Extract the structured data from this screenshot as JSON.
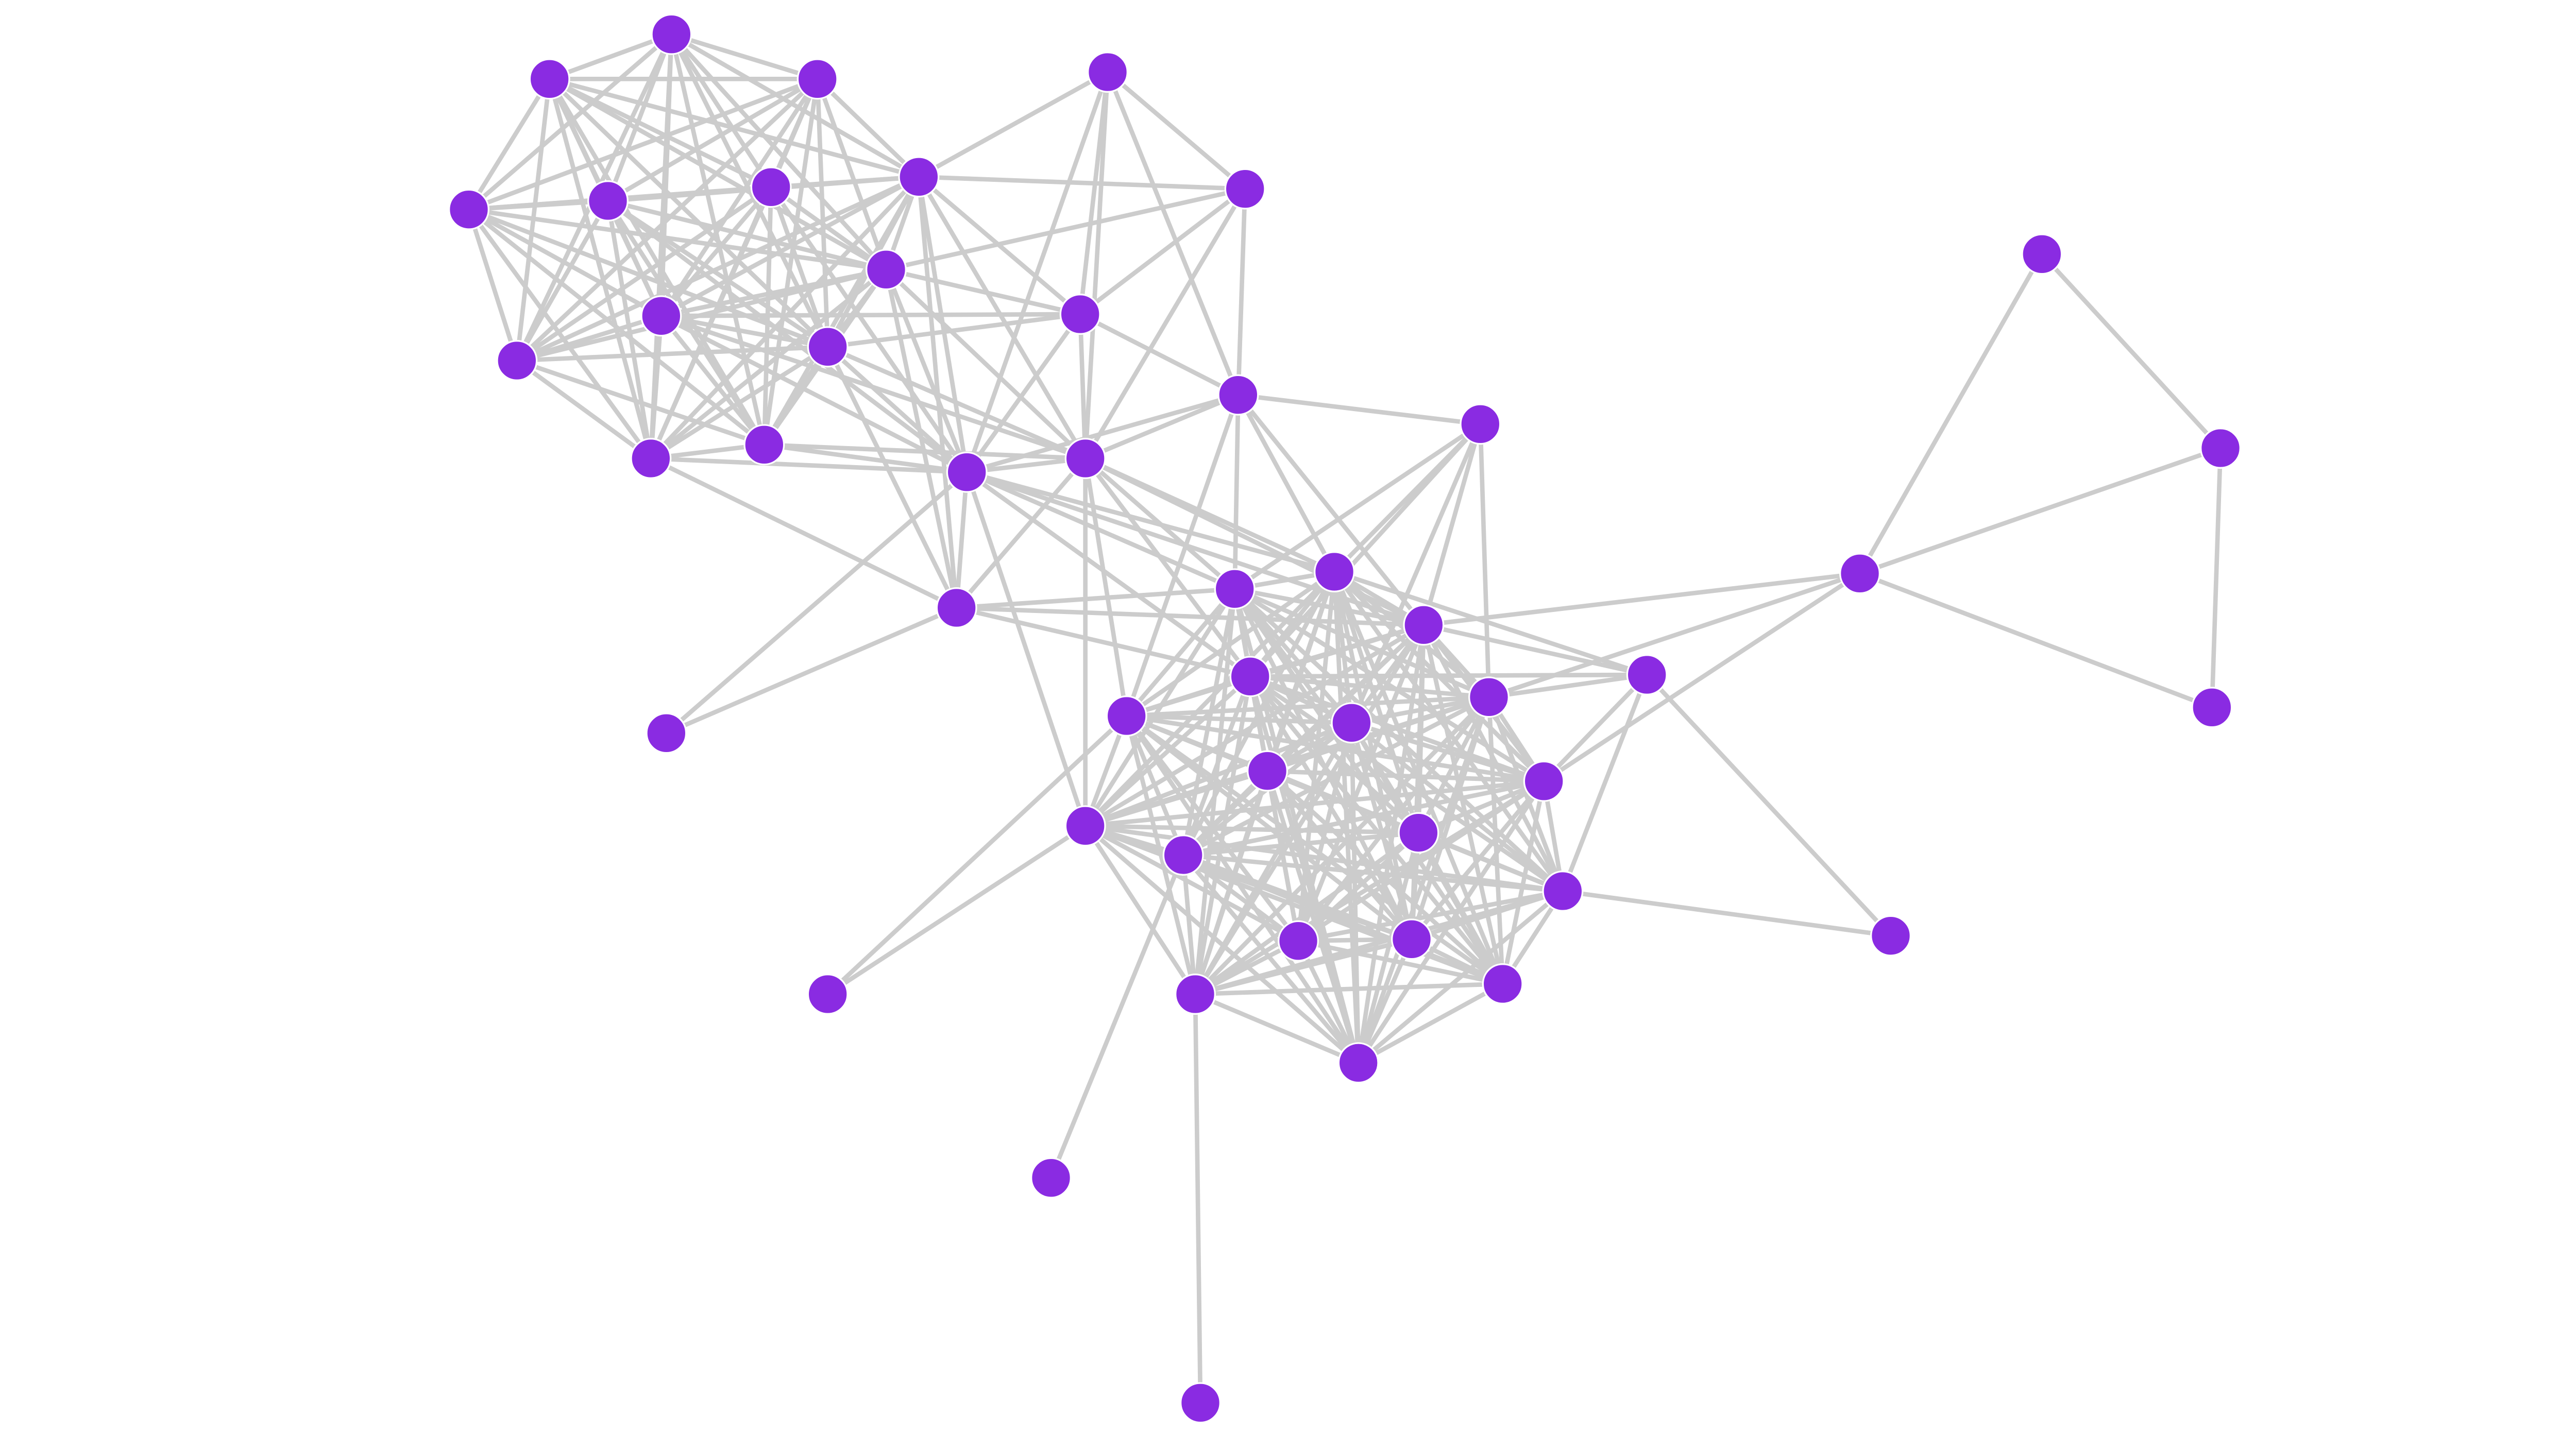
{
  "colors": {
    "node": "#8a2be2",
    "edge": "#cccccc",
    "background": "#ffffff"
  },
  "graph": {
    "node_count": 49,
    "dense_groups": [
      [
        0,
        1,
        2,
        3,
        4,
        5,
        6,
        7,
        8,
        9,
        10,
        11,
        12
      ],
      [
        22,
        23,
        24,
        25,
        26,
        27,
        29,
        30,
        31,
        32,
        33,
        34,
        35,
        36,
        37,
        38,
        39,
        40
      ]
    ],
    "edges": [
      [
        13,
        6
      ],
      [
        13,
        14
      ],
      [
        13,
        15
      ],
      [
        13,
        17
      ],
      [
        13,
        16
      ],
      [
        13,
        18
      ],
      [
        14,
        6
      ],
      [
        14,
        15
      ],
      [
        14,
        16
      ],
      [
        14,
        7
      ],
      [
        14,
        18
      ],
      [
        15,
        6
      ],
      [
        15,
        7
      ],
      [
        15,
        9
      ],
      [
        15,
        17
      ],
      [
        15,
        18
      ],
      [
        15,
        16
      ],
      [
        15,
        8
      ],
      [
        16,
        18
      ],
      [
        16,
        17
      ],
      [
        16,
        21
      ],
      [
        16,
        22
      ],
      [
        16,
        23
      ],
      [
        16,
        24
      ],
      [
        16,
        29
      ],
      [
        17,
        18
      ],
      [
        17,
        19
      ],
      [
        17,
        6
      ],
      [
        17,
        7
      ],
      [
        17,
        9
      ],
      [
        17,
        12
      ],
      [
        17,
        11
      ],
      [
        17,
        5
      ],
      [
        17,
        4
      ],
      [
        17,
        8
      ],
      [
        17,
        23
      ],
      [
        17,
        22
      ],
      [
        17,
        24
      ],
      [
        17,
        25
      ],
      [
        17,
        20
      ],
      [
        18,
        6
      ],
      [
        18,
        7
      ],
      [
        18,
        9
      ],
      [
        18,
        12
      ],
      [
        18,
        8
      ],
      [
        18,
        22
      ],
      [
        18,
        23
      ],
      [
        18,
        24
      ],
      [
        18,
        25
      ],
      [
        18,
        29
      ],
      [
        18,
        32
      ],
      [
        18,
        19
      ],
      [
        19,
        11
      ],
      [
        19,
        6
      ],
      [
        19,
        7
      ],
      [
        19,
        9
      ],
      [
        19,
        20
      ],
      [
        19,
        23
      ],
      [
        19,
        24
      ],
      [
        19,
        25
      ],
      [
        21,
        22
      ],
      [
        21,
        23
      ],
      [
        21,
        24
      ],
      [
        21,
        25
      ],
      [
        21,
        27
      ],
      [
        21,
        26
      ],
      [
        28,
        22
      ],
      [
        28,
        24
      ],
      [
        28,
        27
      ],
      [
        28,
        31
      ],
      [
        28,
        35
      ],
      [
        28,
        44
      ],
      [
        28,
        25
      ],
      [
        45,
        24
      ],
      [
        45,
        31
      ],
      [
        45,
        46
      ],
      [
        45,
        47
      ],
      [
        45,
        48
      ],
      [
        45,
        27
      ],
      [
        46,
        47
      ],
      [
        47,
        48
      ],
      [
        35,
        44
      ],
      [
        32,
        41
      ],
      [
        32,
        17
      ],
      [
        33,
        42
      ],
      [
        29,
        41
      ],
      [
        43,
        39
      ]
    ]
  }
}
